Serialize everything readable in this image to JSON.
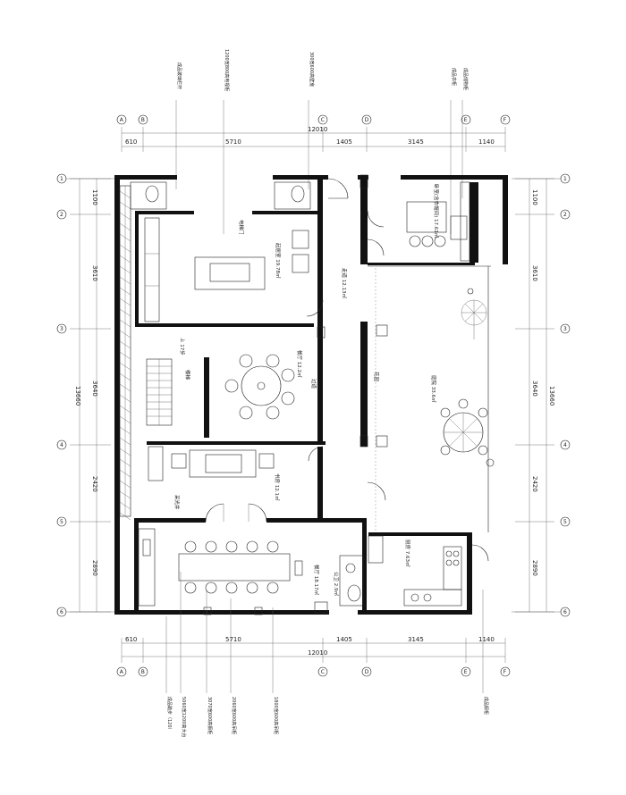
{
  "grid": {
    "columns": [
      "A",
      "B",
      "C",
      "D",
      "E",
      "F"
    ],
    "rows": [
      "1",
      "2",
      "3",
      "4",
      "5",
      "6"
    ]
  },
  "dimensions": {
    "top_segments": [
      "610",
      "5710",
      "1405",
      "3145",
      "1140"
    ],
    "top_total": "12010",
    "bottom_segments": [
      "610",
      "5710",
      "1405",
      "3145",
      "1140"
    ],
    "bottom_total": "12010",
    "left_segments": [
      "1100",
      "3610",
      "3640",
      "2420",
      "2890"
    ],
    "right_segments": [
      "1100",
      "3610",
      "3640",
      "2420",
      "2890"
    ],
    "side_total": "13660"
  },
  "rooms": {
    "living": "起居室 19.78㎡",
    "hall": "走道 12.13㎡",
    "dining_top": "餐厅 12.2㎡",
    "courtyard": "庭院 33.6㎡",
    "bedroom": "卧室(含衣帽间) 17.61㎡",
    "study": "书房 12.1㎡",
    "dining": "餐厅 18.17㎡",
    "kitchen": "厨房 7.63㎡",
    "toilet": "公卫 2.9㎡",
    "stair": "楼梯",
    "lightwell": "采光井",
    "corridor": "过道",
    "garden_label": "花园",
    "up_label": "上 17步",
    "elev_label": "电梯门"
  },
  "annotations": {
    "top": [
      "成品玻璃栏杆",
      "1200宽800高电视柜",
      "300宽600高壁龛",
      "成品衣柜",
      "成品储物柜"
    ],
    "bottom": [
      "成品踏步（120）",
      "5060宽1200高大台",
      "3070宽600高橱柜",
      "2060宽600高吊柜",
      "1800宽600高吊柜",
      "成品橱柜"
    ]
  }
}
